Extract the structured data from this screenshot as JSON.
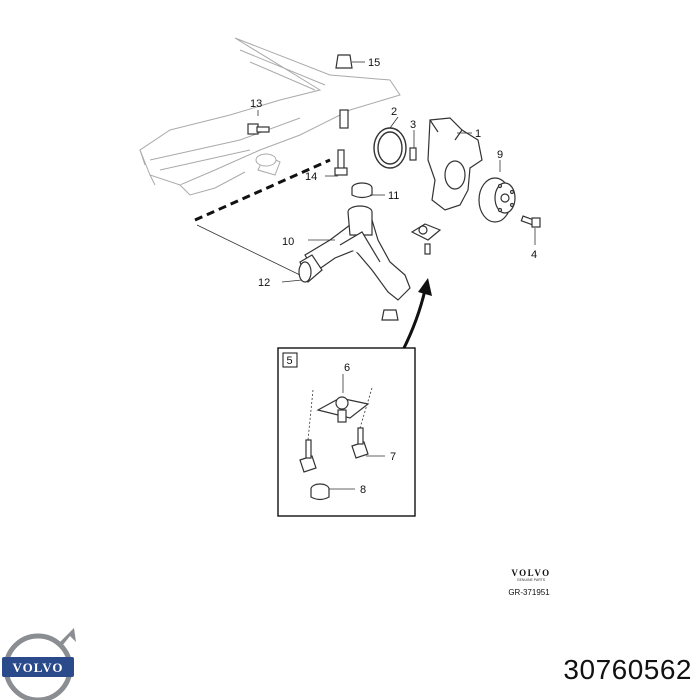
{
  "callouts": [
    "1",
    "2",
    "3",
    "4",
    "5",
    "6",
    "7",
    "8",
    "9",
    "10",
    "11",
    "12",
    "13",
    "14",
    "15"
  ],
  "inset_label": "5",
  "brand_text": "VOLVO",
  "genuine_text": "GENUINE PARTS",
  "diagram_code": "GR-371951",
  "part_number": "30760562",
  "colors": {
    "line": "#333333",
    "fill": "#ffffff",
    "shade": "#d8d8d8",
    "logo_blue": "#2b4a8b",
    "logo_grey": "#8a8d92"
  }
}
